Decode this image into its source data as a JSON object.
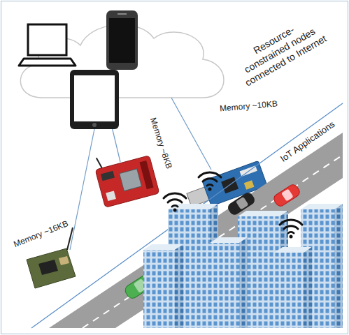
{
  "diagram": {
    "labels": [
      "Resource- constrained nodes connected to Internet",
      "Memory ~10KB",
      "Memory ~8KB",
      "Memory ~16KB",
      "IoT Applications"
    ]
  }
}
